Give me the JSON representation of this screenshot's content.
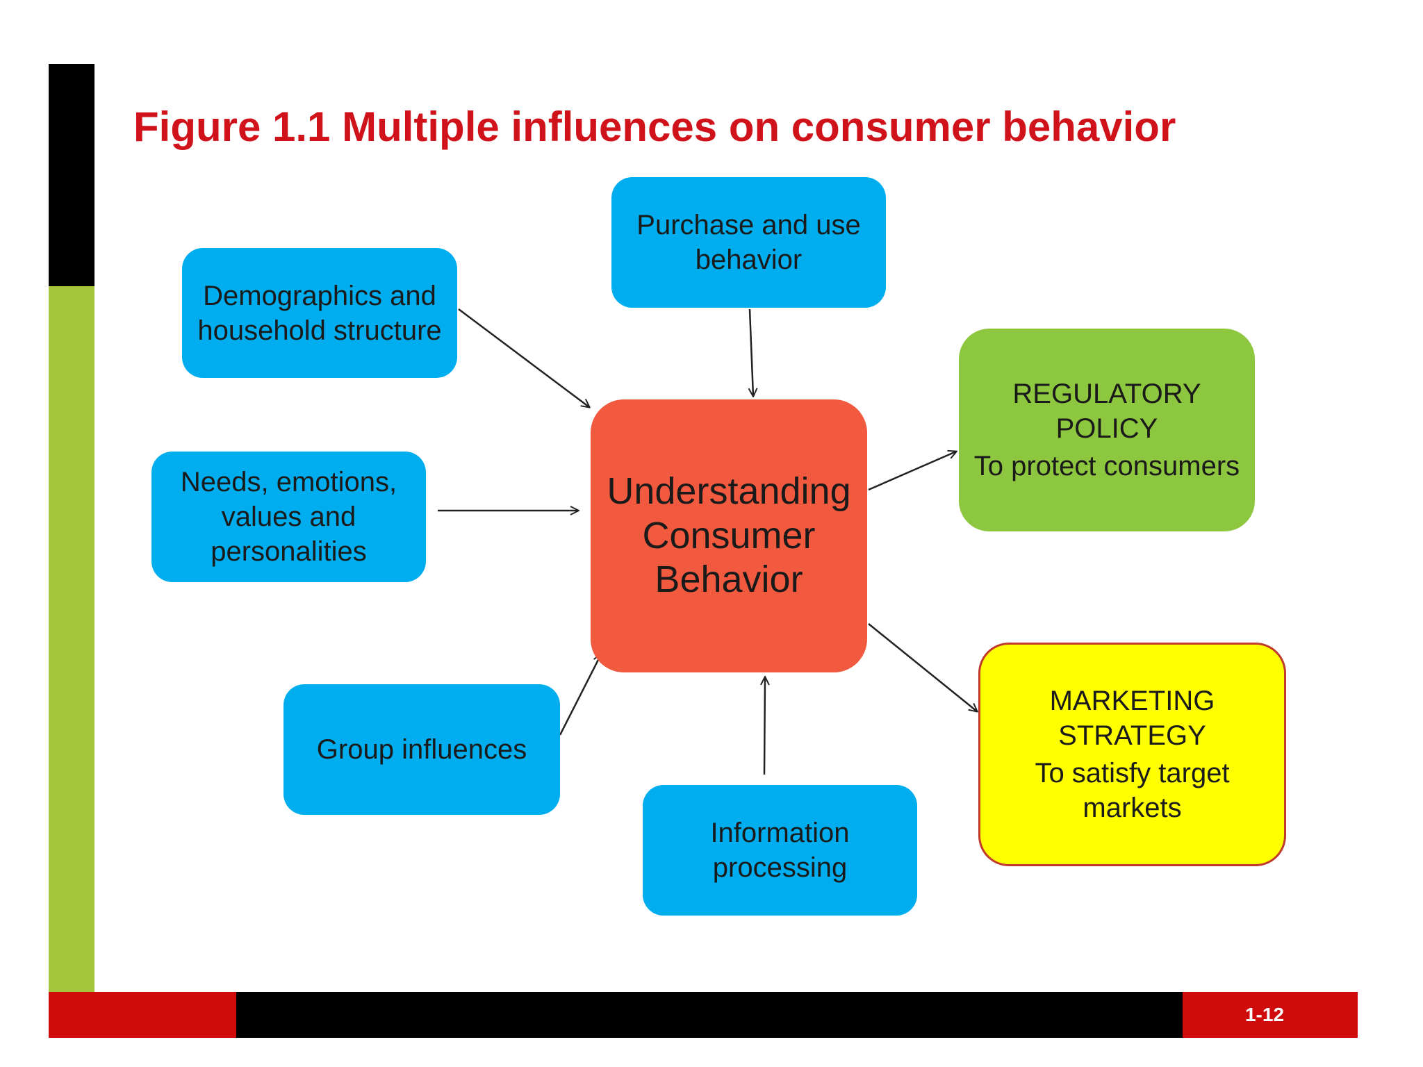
{
  "title": "Figure 1.1  Multiple influences on consumer behavior",
  "page_number": "1-12",
  "colors": {
    "title_red": "#d0121b",
    "influence_blue": "#00aeef",
    "center_red": "#f25a3f",
    "regulatory_green": "#8dc63f",
    "marketing_yellow": "#ffff00",
    "left_bar_green": "#a4c43c",
    "footer_red": "#d00b0b"
  },
  "diagram": {
    "center": "Understanding\nConsumer\nBehavior",
    "influences": {
      "purchase": "Purchase and use\nbehavior",
      "demographics": "Demographics and\nhousehold structure",
      "needs": "Needs, emotions,\nvalues and\npersonalities",
      "group": "Group influences",
      "information": "Information\nprocessing"
    },
    "outcomes": {
      "regulatory_title": "REGULATORY\nPOLICY",
      "regulatory_subtitle": "To protect consumers",
      "marketing_title": "MARKETING\nSTRATEGY",
      "marketing_subtitle": "To satisfy target\nmarkets"
    },
    "edges": [
      {
        "from": "Purchase and use behavior",
        "to": "Understanding Consumer Behavior"
      },
      {
        "from": "Demographics and household structure",
        "to": "Understanding Consumer Behavior"
      },
      {
        "from": "Needs, emotions, values and personalities",
        "to": "Understanding Consumer Behavior"
      },
      {
        "from": "Group influences",
        "to": "Understanding Consumer Behavior"
      },
      {
        "from": "Information processing",
        "to": "Understanding Consumer Behavior"
      },
      {
        "from": "Understanding Consumer Behavior",
        "to": "REGULATORY POLICY"
      },
      {
        "from": "Understanding Consumer Behavior",
        "to": "MARKETING STRATEGY"
      }
    ]
  }
}
